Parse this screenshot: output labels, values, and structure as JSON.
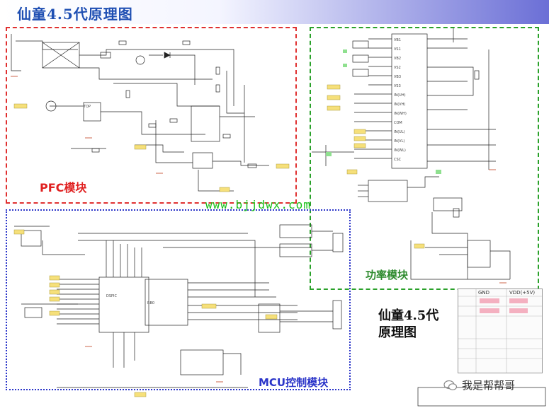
{
  "title": "仙童4.5代原理图",
  "watermark": "www.bjjdwx.com",
  "blocks": {
    "pfc": "PFC模块",
    "power": "功率模块",
    "mcu": "MCU控制模块"
  },
  "side_title": {
    "line1": "仙童4.5代",
    "line2": "原理图"
  },
  "wechat_account": "我是帮帮哥",
  "table": {
    "col1": "GND",
    "col2": "VDD(+5V)"
  },
  "colors": {
    "pfc": "#e03030",
    "power": "#2aa12a",
    "mcu": "#2b35c9",
    "title": "#1f4fb3",
    "watermark": "#18c018"
  }
}
